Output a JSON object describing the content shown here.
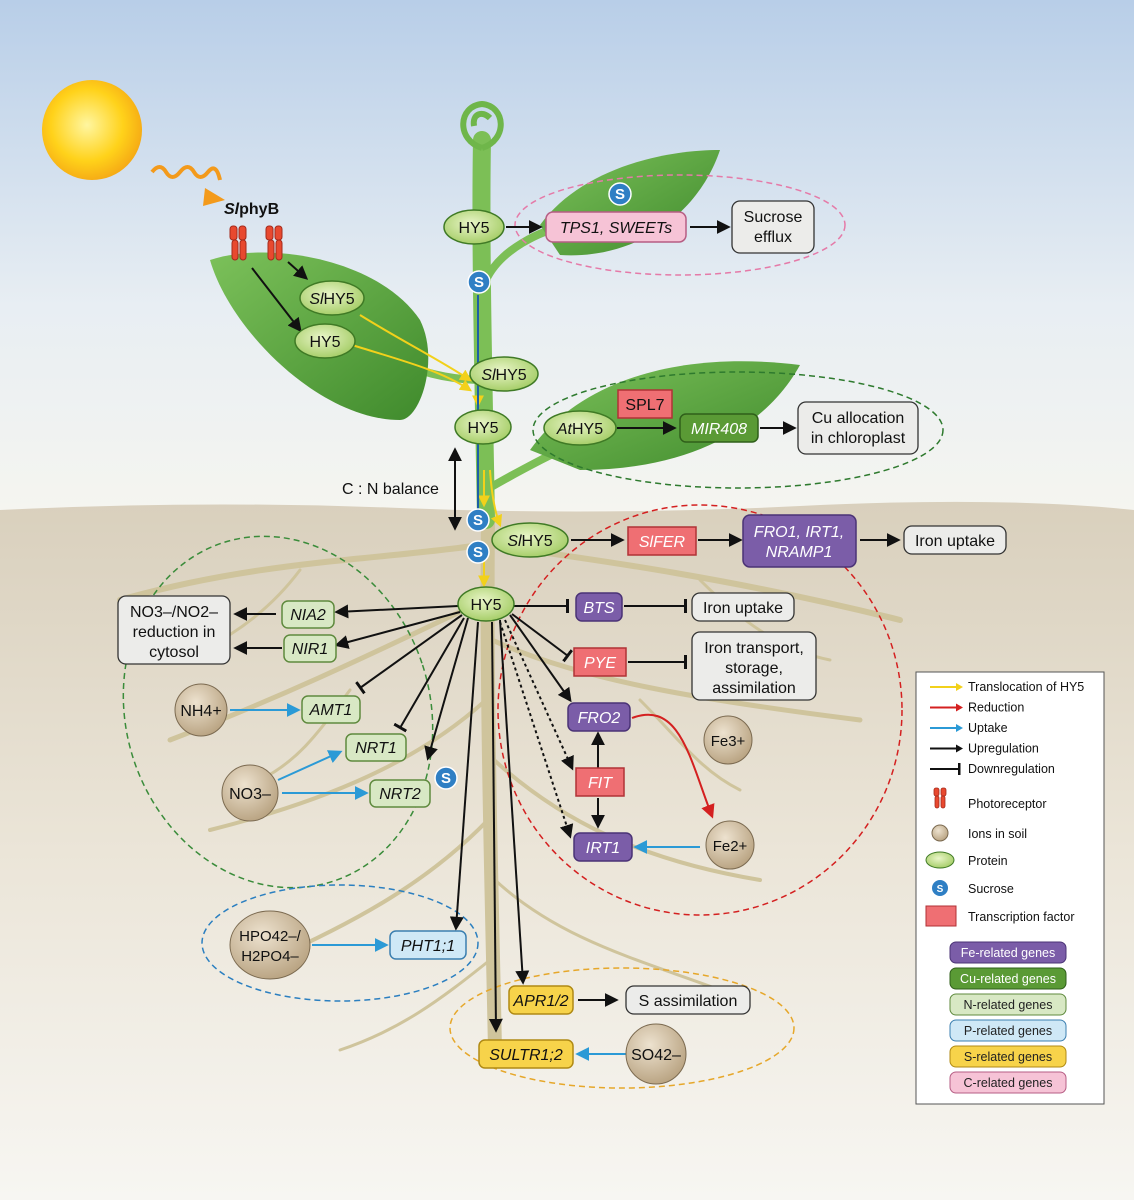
{
  "photoreceptor": {
    "prefix": "Sl",
    "name": "phyB"
  },
  "proteins": {
    "top_hy5": "HY5",
    "leaf_slhy5": {
      "prefix": "Sl",
      "name": "HY5"
    },
    "leaf_hy5": "HY5",
    "stem_slhy5": {
      "prefix": "Sl",
      "name": "HY5"
    },
    "stem_hy5": "HY5",
    "athy5": {
      "prefix": "At",
      "name": "HY5"
    },
    "root_slhy5": {
      "prefix": "Sl",
      "name": "HY5"
    },
    "root_hy5": "HY5"
  },
  "sucrose_symbol": "S",
  "cn_balance": "C : N balance",
  "genes": {
    "tps1_sweets": "TPS1, SWEETs",
    "spl7": "SPL7",
    "mir408": "MIR408",
    "slfer": "SlFER",
    "fro1_irt1_nramp1": [
      "FRO1, IRT1,",
      "NRAMP1"
    ],
    "bts": "BTS",
    "pye": "PYE",
    "fro2": "FRO2",
    "fit": "FIT",
    "irt1": "IRT1",
    "nia2": "NIA2",
    "nir1": "NIR1",
    "amt1": "AMT1",
    "nrt1": "NRT1",
    "nrt2": "NRT2",
    "pht1": "PHT1;1",
    "apr12": "APR1/2",
    "sultr12": "SULTR1;2"
  },
  "outcomes": {
    "sucrose_efflux": [
      "Sucrose",
      "efflux"
    ],
    "cu_allocation": [
      "Cu allocation",
      "in chloroplast"
    ],
    "iron_uptake_1": "Iron uptake",
    "iron_uptake_2": "Iron uptake",
    "iron_transport": [
      "Iron transport,",
      "storage,",
      "assimilation"
    ],
    "no3_reduction": [
      "NO3–/NO2–",
      "reduction in",
      "cytosol"
    ],
    "s_assimilation": "S assimilation"
  },
  "ions": {
    "nh4": "NH4+",
    "no3": "NO3–",
    "fe3": "Fe3+",
    "fe2": "Fe2+",
    "hpo4": [
      "HPO42–/",
      "H2PO4–"
    ],
    "so4": "SO42–"
  },
  "legend": {
    "lines": [
      {
        "label": "Translocation of HY5",
        "color": "#f2d11b",
        "kind": "arrow"
      },
      {
        "label": "Reduction",
        "color": "#d42020",
        "kind": "arrow"
      },
      {
        "label": "Uptake",
        "color": "#2b9ad6",
        "kind": "arrow"
      },
      {
        "label": "Upregulation",
        "color": "#111111",
        "kind": "arrow"
      },
      {
        "label": "Downregulation",
        "color": "#111111",
        "kind": "bar"
      }
    ],
    "symbols": [
      {
        "label": "Photoreceptor",
        "icon": "photoreceptor-icon"
      },
      {
        "label": "Ions in soil",
        "icon": "ion-icon"
      },
      {
        "label": "Protein",
        "icon": "protein-icon"
      },
      {
        "label": "Sucrose",
        "icon": "sucrose-icon"
      },
      {
        "label": "Transcription factor",
        "icon": "transcription-factor-icon"
      }
    ],
    "gene_groups": [
      {
        "label": "Fe-related genes",
        "color": "#7b5da8"
      },
      {
        "label": "Cu-related genes",
        "color": "#5a9a35"
      },
      {
        "label": "N-related genes",
        "color": "#d8e8c4"
      },
      {
        "label": "P-related genes",
        "color": "#cfe8f6"
      },
      {
        "label": "S-related genes",
        "color": "#f7d34a"
      },
      {
        "label": "C-related genes",
        "color": "#f6c3d6"
      }
    ]
  },
  "colors": {
    "sky_top": "#b9cfe8",
    "soil": "#e6dfd0",
    "leaf": "#4f9a36",
    "protein": "#b9dc79",
    "sucrose": "#2f7fc4",
    "tf": "#ef6f73",
    "fe": "#7b5da8",
    "cu": "#5a9a35",
    "n": "#d8e8c4",
    "p": "#cfe8f6",
    "s": "#f7d34a",
    "c": "#f6c3d6"
  }
}
